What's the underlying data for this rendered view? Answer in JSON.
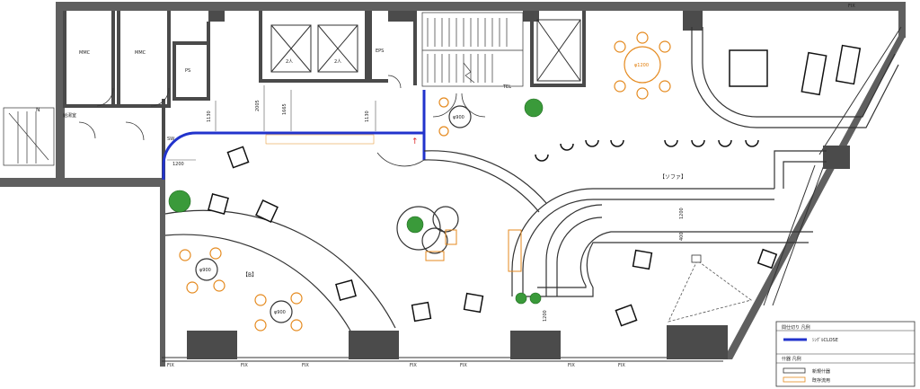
{
  "rooms": {
    "mmc_left": "MMC",
    "mmc_right": "MMC",
    "ps": "PS",
    "eps": "EPS",
    "ev_left": "2人",
    "ev_right": "2人",
    "tel": "TEL",
    "tel_door": "TEL",
    "supply": "給湯室",
    "north": "N",
    "sw": "SW"
  },
  "labels": {
    "sofa": "【ソファ】",
    "bench": "【B】",
    "fix": "FIX"
  },
  "dims": {
    "d2005": "2005",
    "d1665": "1665",
    "d1130a": "1130",
    "d1130b": "1130",
    "d1200a": "1200",
    "d1200b": "1200",
    "d1200c": "1200",
    "d400": "400",
    "d1200d": "1200"
  },
  "tables": {
    "t1200": "φ1200",
    "t900a": "φ900",
    "t900b": "φ900",
    "t900c": "φ900"
  },
  "legend": {
    "title1": "間仕切り 凡例",
    "item1": "ｼﾝｸﾞﾙCLOSE",
    "title2": "什器 凡例",
    "item2": "新規什器",
    "item3": "既存流用"
  },
  "colors": {
    "wall": "#5a5a5a",
    "column": "#4a4a4a",
    "partition": "#2233cc",
    "orange": "#e58a1f",
    "green": "#2e8b2e",
    "door": "#333333"
  }
}
